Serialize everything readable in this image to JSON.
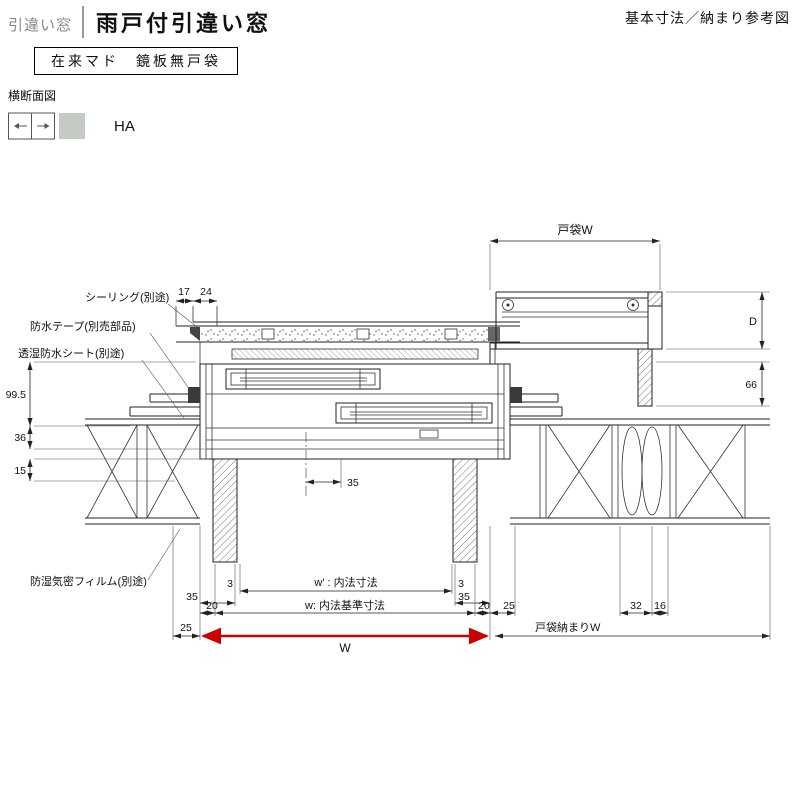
{
  "header": {
    "category": "引違い窓",
    "title": "雨戸付引違い窓",
    "corner_note": "基本寸法／納まり参考図",
    "spec_box": "在来マド　鏡板無戸袋",
    "view_label": "横断面図",
    "type_code": "HA"
  },
  "labels": {
    "sealing": "シーリング(別途)",
    "tape": "防水テープ(別売部品)",
    "sheet": "透湿防水シート(別途)",
    "film": "防湿気密フィルム(別途)",
    "tobukuro_w": "戸袋W",
    "tobukuro_osamari": "戸袋納まりW",
    "w_inner": "w' : 内法寸法",
    "w_std": "w: 内法基準寸法",
    "W": "W",
    "D": "D"
  },
  "dims": {
    "d17": "17",
    "d24": "24",
    "d99_5": "99.5",
    "d36": "36",
    "d15": "15",
    "d35c": "35",
    "d3l": "3",
    "d3r": "3",
    "d35l": "35",
    "d35r": "35",
    "d20l": "20",
    "d20r": "20",
    "d25l": "25",
    "d25r": "25",
    "d32": "32",
    "d16": "16",
    "d66": "66"
  },
  "colors": {
    "accent_red": "#cc0000"
  }
}
